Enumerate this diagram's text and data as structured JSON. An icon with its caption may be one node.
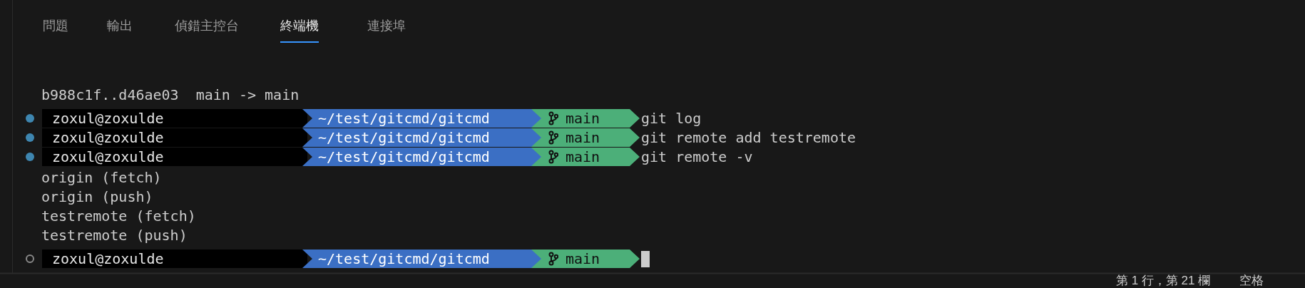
{
  "diagram": {
    "nodes": [
      {
        "text": [
          "zoxul@zoxulde"
        ]
      },
      {
        "text": [
          "~/test/gitcmd/gitcmd"
        ]
      },
      {
        "text": [
          "main"
        ]
      },
      {
        "text": [
          "zoxul@zoxulde"
        ]
      },
      {
        "text": [
          "~/test/gitcmd/gitcmd"
        ]
      },
      {
        "text": [
          "main"
        ]
      },
      {
        "text": [
          "zoxul@zoxulde"
        ]
      },
      {
        "text": [
          "~/test/gitcmd/gitcmd"
        ]
      },
      {
        "text": [
          "main"
        ]
      },
      {
        "text": [
          "zoxul@zoxulde"
        ]
      },
      {
        "text": [
          "~/test/gitcmd/gitcmd"
        ]
      },
      {
        "text": [
          "main"
        ]
      }
    ],
    "labels": [
      "問題",
      "輸出",
      "偵錯主控台",
      "終端機",
      "連接埠",
      "b988c1f..d46ae03  main -> main",
      "git log",
      "git remote add testremote",
      "git remote -v",
      "origin (fetch)",
      "origin (push)",
      "testremote (fetch)",
      "testremote (push)",
      "第 1 行，第 21 欄",
      "空格"
    ]
  }
}
